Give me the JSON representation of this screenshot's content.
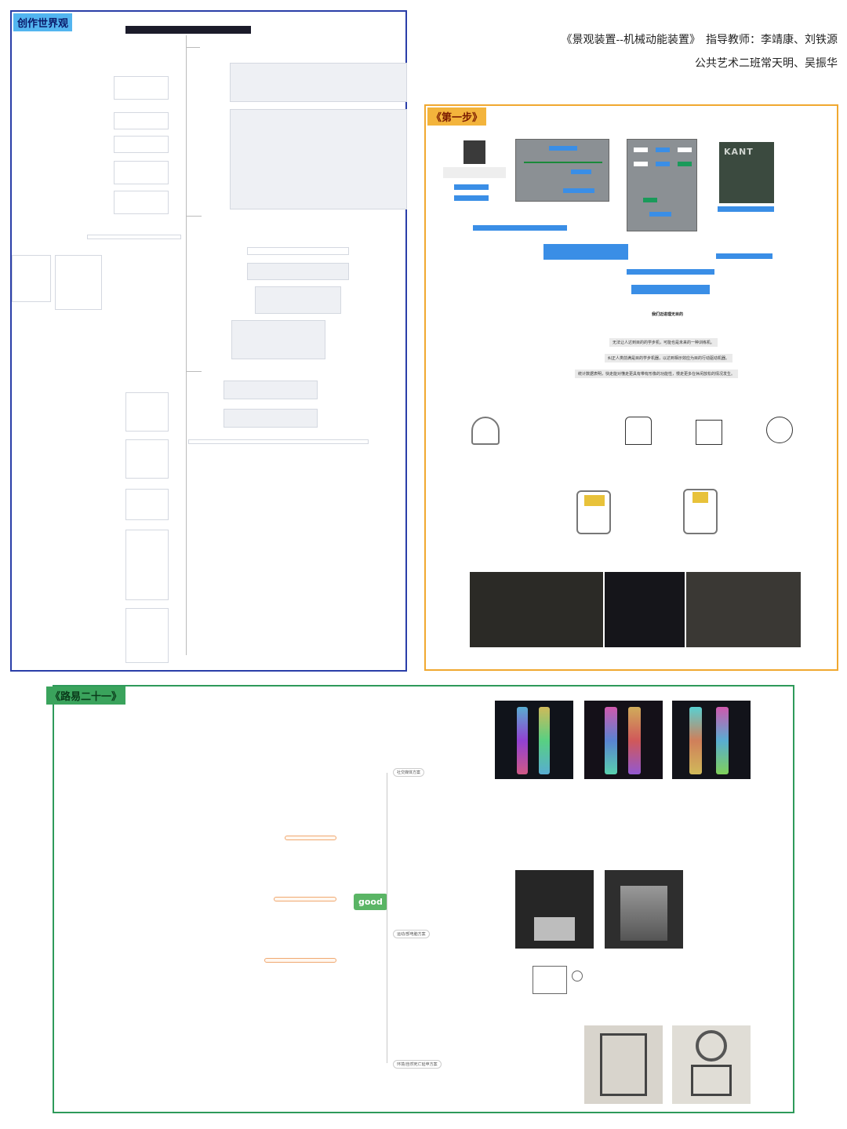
{
  "header": {
    "line1": "《景观装置--机械动能装置》　指导教师：李靖康、刘铁源",
    "line2": "公共艺术二班常天明、吴振华"
  },
  "worldview": {
    "title": "创作世界观"
  },
  "step1": {
    "title": "《第一步》",
    "caption_learned": "我们迈进理无目的",
    "caption_line1": "无法让人达到目的的学步机，可能也是未来的一种训练机。",
    "caption_line2": "纠正人类前满是目的学步机器，以达到相示效应为目的行动驱动机器。",
    "caption_line3": "统计数据表明，快走能对懂走更具有带有形像的功能性，慢走更多在休闲放松的情况发生。",
    "book_label": "KANT"
  },
  "road": {
    "title": "《路易二十一》",
    "center_node": "good",
    "branches": {
      "social": "社交媒体方案",
      "sport": "运动/部电脑方案",
      "env": "环境/自然死亡延申方案"
    }
  },
  "colors": {
    "worldview_border": "#2a3ea8",
    "step1_border": "#f0a830",
    "road_border": "#2e9a5a",
    "good_node": "#5ab565",
    "accent_blue": "#3a8ee6"
  }
}
